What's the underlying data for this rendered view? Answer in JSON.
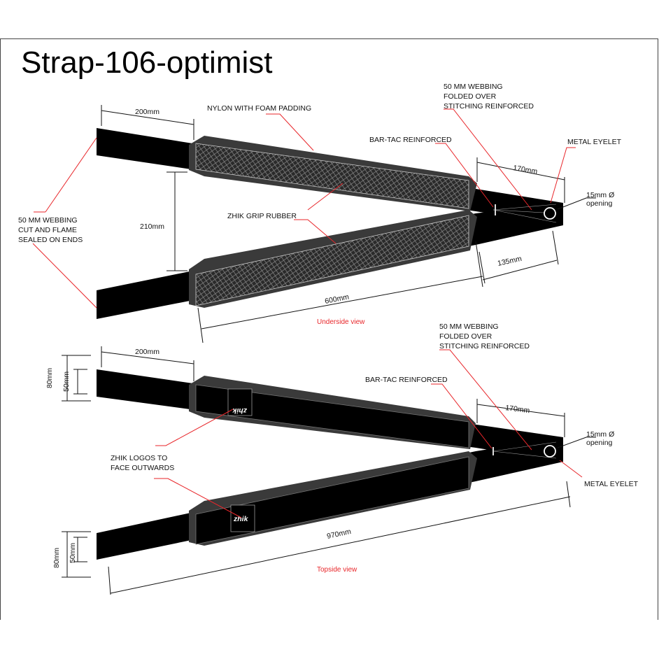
{
  "title": "Strap-106-optimist",
  "underside": {
    "caption": "Underside view",
    "labels": {
      "nylon": "NYLON WITH FOAM PADDING",
      "webbing_fold": [
        "50 MM WEBBING",
        "FOLDED OVER",
        "STITCHING REINFORCED"
      ],
      "bartac": "BAR-TAC REINFORCED",
      "eyelet": "METAL EYELET",
      "opening": [
        "15mm Ø",
        "opening"
      ],
      "webbing_ends": [
        "50 MM WEBBING",
        "CUT AND FLAME",
        "SEALED ON ENDS"
      ],
      "grip": "ZHIK GRIP RUBBER"
    },
    "dims": {
      "d200": "200mm",
      "d210": "210mm",
      "d170": "170mm",
      "d135": "135mm",
      "d600": "600mm"
    }
  },
  "topside": {
    "caption": "Topside view",
    "labels": {
      "webbing_fold": [
        "50 MM WEBBING",
        "FOLDED OVER",
        "STITCHING REINFORCED"
      ],
      "bartac": "BAR-TAC REINFORCED",
      "eyelet": "METAL EYELET",
      "opening": [
        "15mm Ø",
        "opening"
      ],
      "logos": [
        "ZHIK LOGOS TO",
        "FACE OUTWARDS"
      ],
      "logo_text": "zhik"
    },
    "dims": {
      "d200": "200mm",
      "d170": "170mm",
      "d970": "970mm",
      "d80a": "80mm",
      "d50a": "50mm",
      "d80b": "80mm",
      "d50b": "50mm"
    }
  }
}
